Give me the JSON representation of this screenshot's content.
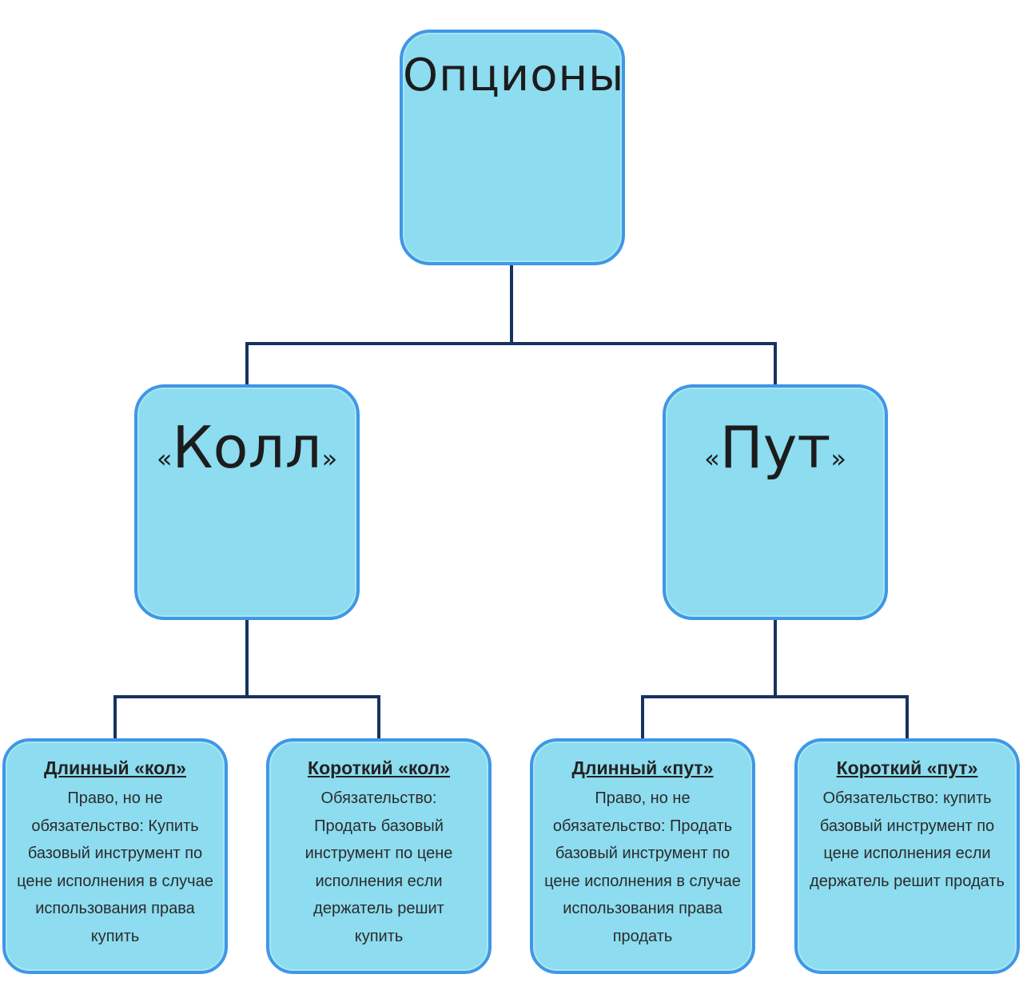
{
  "diagram": {
    "root": {
      "label": "Опционы"
    },
    "call": {
      "open_quote": "«",
      "label": "Колл",
      "close_quote": "»"
    },
    "put": {
      "open_quote": "«",
      "label": "Пут",
      "close_quote": "»"
    },
    "leaves": [
      {
        "title": "Длинный «кол»",
        "text": "Право, но не обязательство: Купить базовый инструмент по цене исполнения в случае использования права купить"
      },
      {
        "title": "Короткий «кол»",
        "text": "Обязательство: Продать базовый инструмент по цене исполнения если держатель решит купить"
      },
      {
        "title": "Длинный «пут»",
        "text": "Право, но не обязательство: Продать базовый инструмент по цене исполнения в случае использования права продать"
      },
      {
        "title": "Короткий «пут»",
        "text": "Обязательство: купить базовый инструмент по цене исполнения если держатель решит продать"
      }
    ],
    "colors": {
      "box_fill": "#8ddcef",
      "box_border": "#3f97e6",
      "connector": "#17335f"
    }
  }
}
